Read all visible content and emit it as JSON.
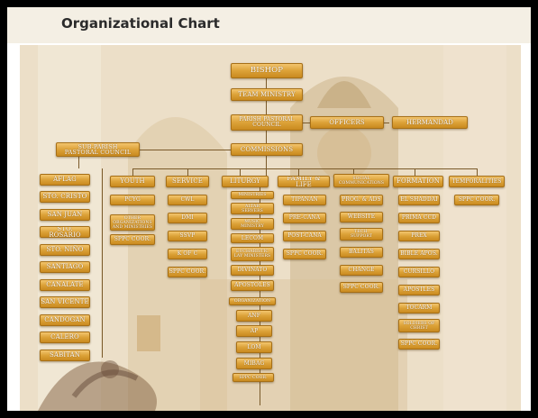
{
  "header": {
    "title": "Organizational Chart"
  },
  "chart": {
    "bishop": "BISHOP",
    "team_ministry": "TEAM MINISTRY",
    "parish_pastoral_council": "PARISH PASTORAL\nCOUNCIL",
    "officers": "OFFICERS",
    "hermandad": "HERMANDAD",
    "sub_parish_council": "SUB-PARISH\nPASTORAL COUNCIL",
    "commissions": "COMMISSIONS",
    "sub_parishes": [
      "AFLAG",
      "STO. CRISTO",
      "SAN JUAN",
      "STO. ROSARIO",
      "STO. NIÑO",
      "SANTIAGO",
      "CANALATE",
      "SAN VICENTE",
      "CANDOGAN",
      "CALERO",
      "SABITAN"
    ],
    "youth": {
      "label": "YOUTH",
      "items": [
        "PCYG",
        "OTHER\nORGANIZATIONS\nAND MINISTRIES",
        "SPPC COOR."
      ]
    },
    "service": {
      "label": "SERVICE",
      "items": [
        "CWL",
        "DMI",
        "SSVP",
        "K OF C",
        "SPPC COOR."
      ]
    },
    "liturgy": {
      "label": "LITURGY",
      "items": [
        "MINISTRIES",
        "ALTAR\nSERVERS",
        "MUSIC\nMINISTRY",
        "LECOM",
        "EUCHARISTIC\nLAY MINISTERS",
        "DIVINATO",
        "APOSTOLES",
        "ORGANIZATION",
        "ANF",
        "AP",
        "LOM",
        "MIBAG",
        "SPPC COOR."
      ]
    },
    "family_life": {
      "label": "FAMILY & LIFE",
      "items": [
        "TIPANAN",
        "PRE-CANA",
        "POST-CANA",
        "SPPC COOR."
      ]
    },
    "social_comm": {
      "label": "SOCIAL\nCOMMUNICATIONS",
      "items": [
        "PROG. & ADS",
        "WEBSITE",
        "TECH.\nSUPPORT",
        "BALITAS",
        "CHANGE",
        "SPPC COOR."
      ]
    },
    "formation": {
      "label": "FORMATION",
      "items": [
        "EL SHADDAI",
        "PRIMA CCD",
        "PREX",
        "BIBLE APOS.",
        "CURSILLO",
        "APOSTLES",
        "TOCARM",
        "SOLDIERS OF\nCHRIST",
        "SPPC COOR."
      ]
    },
    "temporalities": {
      "label": "TEMPORALITIES",
      "items": [
        "SPPC COOR."
      ]
    }
  }
}
